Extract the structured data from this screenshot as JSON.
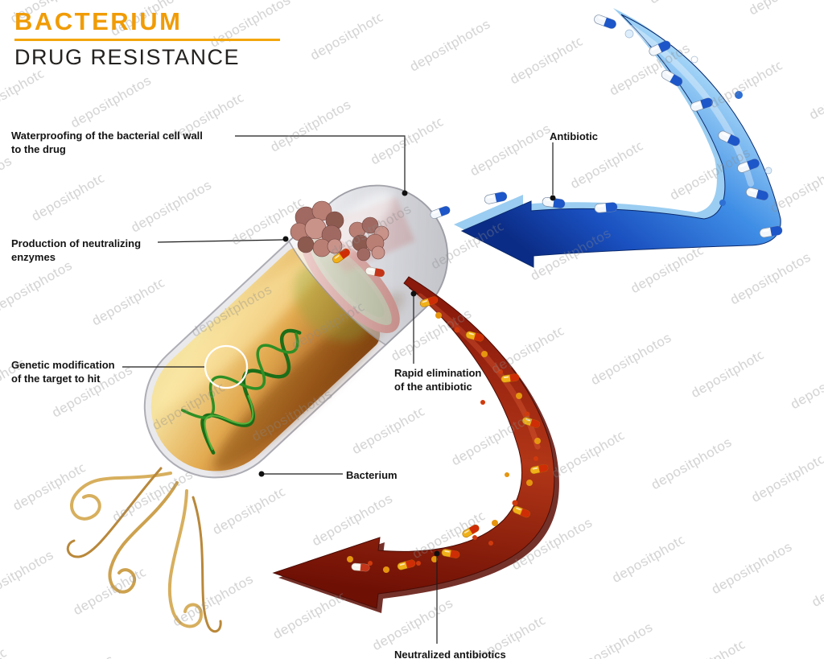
{
  "title": {
    "line1": "BACTERIUM",
    "line2": "DRUG RESISTANCE"
  },
  "watermark": {
    "text": "depositphotos"
  },
  "labels": {
    "waterproofing_line1": "Waterproofing of the bacterial cell wall",
    "waterproofing_line2": "to the drug",
    "antibiotic": "Antibiotic",
    "enzymes_line1": "Production of neutralizing",
    "enzymes_line2": "enzymes",
    "genetic_line1": "Genetic modification",
    "genetic_line2": "of the target to hit",
    "rapid_line1": "Rapid elimination",
    "rapid_line2": "of the antibiotic",
    "bacterium": "Bacterium",
    "neutralized": "Neutralized antibiotics"
  },
  "colors": {
    "title_accent": "#f09c06",
    "title_text": "#242220",
    "label_text": "#141414",
    "antibiotic_arrow_blue": "#1a50c0",
    "resistance_arrow_red": "#a8290f",
    "bacterium_body": "#e2a94f",
    "dna_green": "#2f8f25",
    "enzyme_pink": "#b97f74"
  }
}
